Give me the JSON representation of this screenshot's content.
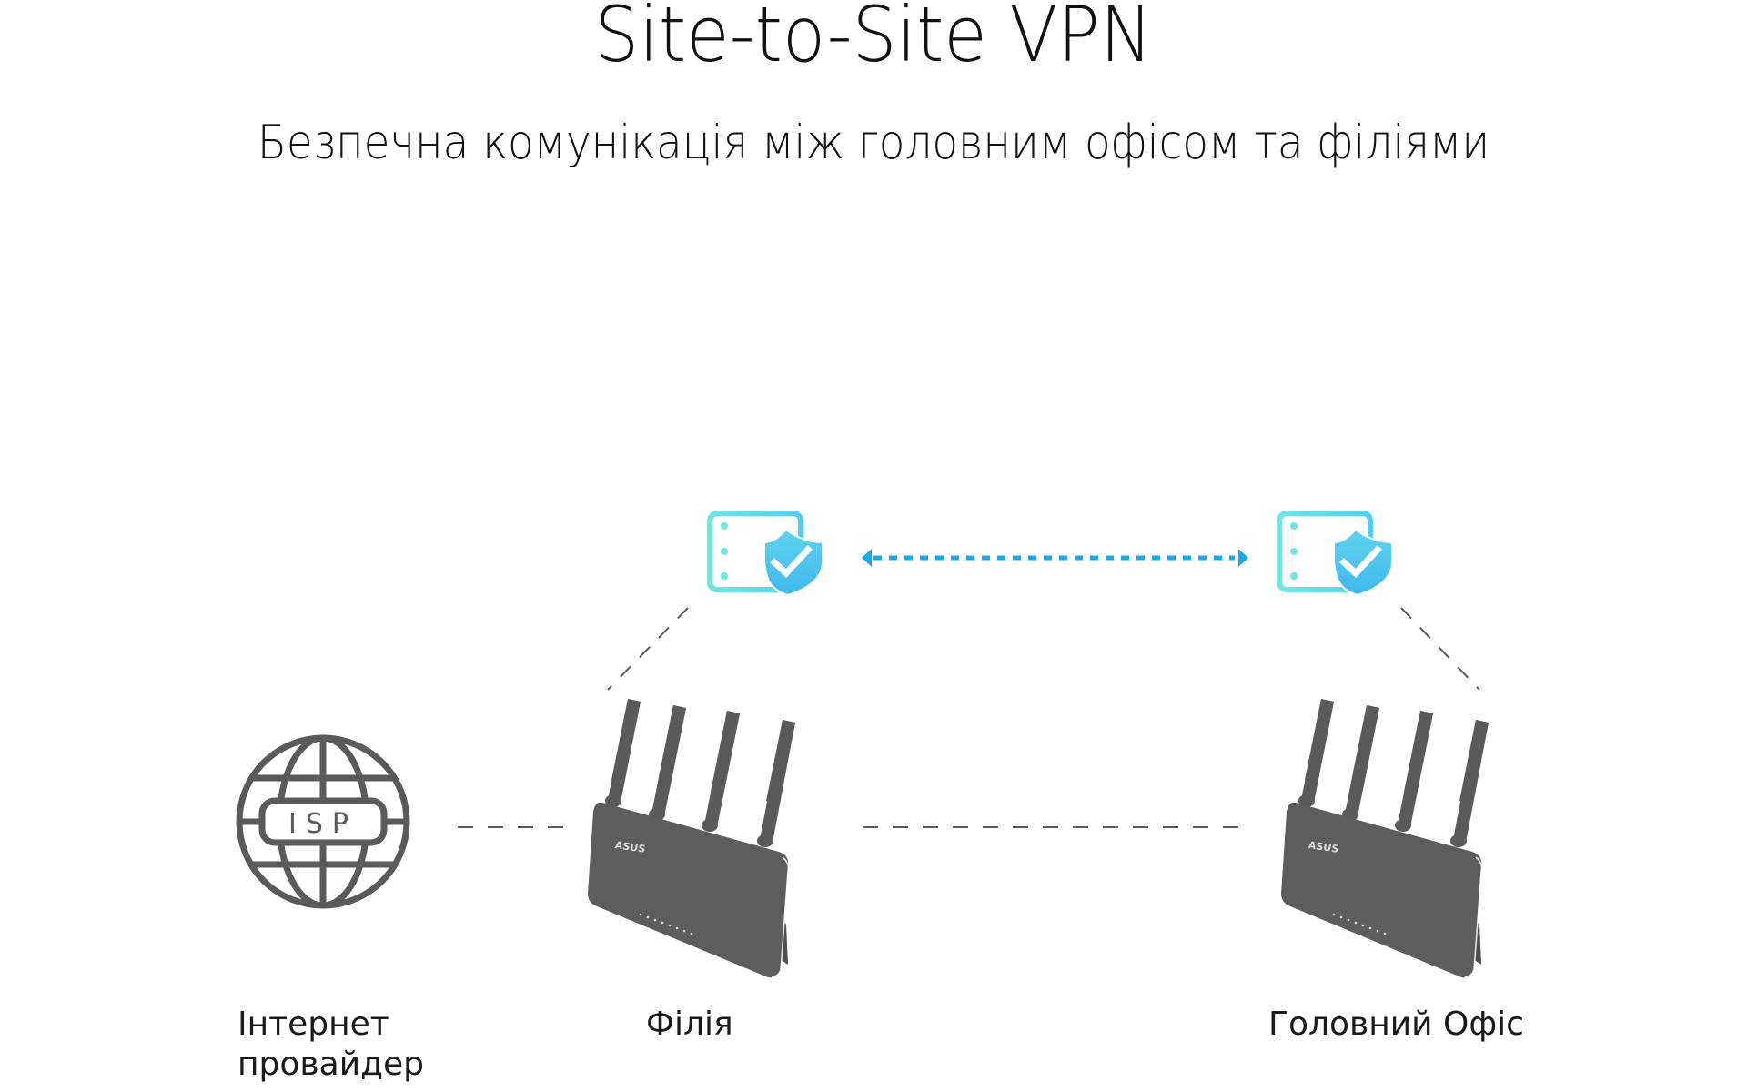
{
  "header": {
    "title": "Site-to-Site VPN",
    "subtitle": "Безпечна комунікація між головним офісом та філіями"
  },
  "nodes": {
    "isp": {
      "icon": "globe-isp-icon",
      "badge_text": "ISP",
      "label_line1": "Інтернет",
      "label_line2": "провайдер"
    },
    "branch": {
      "icon": "router-icon",
      "brand": "ASUS",
      "label": "Філія",
      "vpn_icon": "secure-server-shield-icon"
    },
    "head_office": {
      "icon": "router-icon",
      "brand": "ASUS",
      "label": "Головний Офіс",
      "vpn_icon": "secure-server-shield-icon"
    }
  },
  "links": [
    {
      "from": "isp",
      "to": "branch",
      "style": "dashed"
    },
    {
      "from": "branch",
      "to": "head_office",
      "style": "dashed"
    },
    {
      "from": "branch",
      "to": "branch.vpn",
      "style": "dashed"
    },
    {
      "from": "head_office",
      "to": "head_office.vpn",
      "style": "dashed"
    },
    {
      "from": "branch.vpn",
      "to": "head_office.vpn",
      "style": "dotted-bidirectional-arrow"
    }
  ],
  "colors": {
    "icon_gray": "#595959",
    "link_gray": "#555555",
    "vpn_accent": "#1aa9e8",
    "server_teal": "#63dde6",
    "shield_blue": "#4cc4ee",
    "text": "#111111"
  }
}
